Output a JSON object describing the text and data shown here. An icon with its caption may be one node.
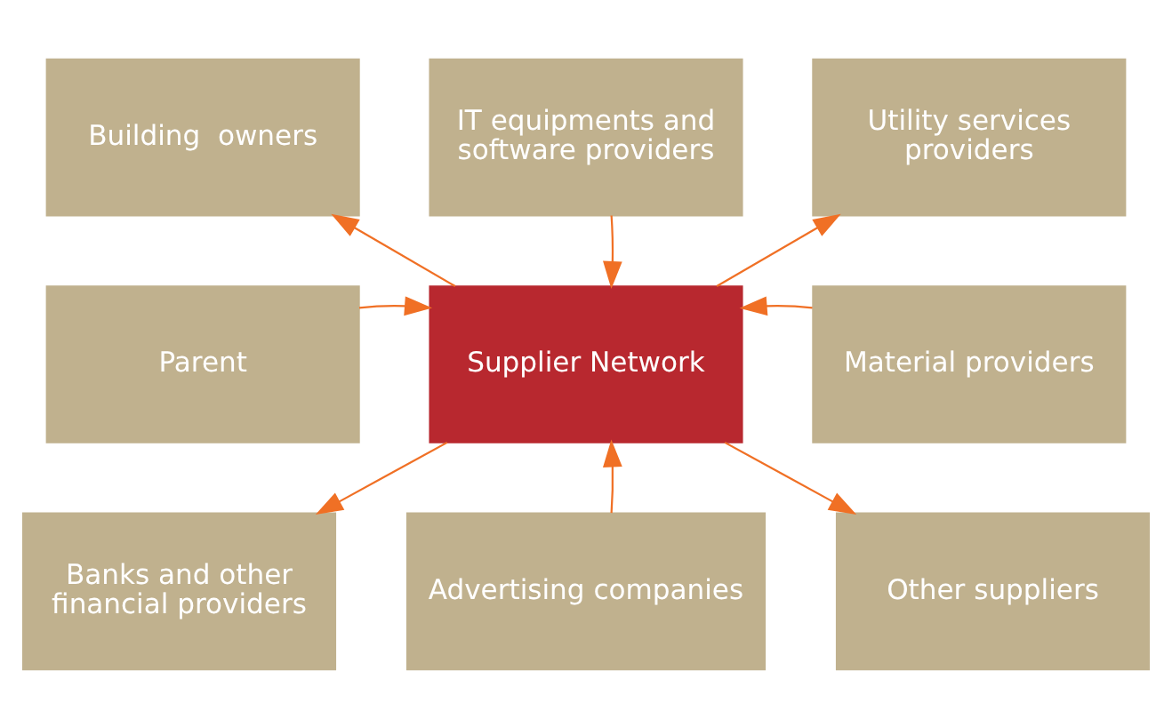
{
  "diagram": {
    "nodes": [
      {
        "text": [
          "Building  owners"
        ]
      },
      {
        "text": [
          "IT equipments and software providers"
        ]
      },
      {
        "text": [
          "Utility services providers"
        ]
      },
      {
        "text": [
          "Parent"
        ]
      },
      {
        "text": [
          "Supplier Network"
        ]
      },
      {
        "text": [
          "Material providers"
        ]
      },
      {
        "text": [
          "Banks and other financial providers"
        ]
      },
      {
        "text": [
          "Advertising companies"
        ]
      },
      {
        "text": [
          "Other suppliers"
        ]
      }
    ],
    "edges": [
      {
        "from": 4,
        "to": 0,
        "arrow": "to"
      },
      {
        "from": 1,
        "to": 4,
        "arrow": "to"
      },
      {
        "from": 4,
        "to": 2,
        "arrow": "to"
      },
      {
        "from": 3,
        "to": 4,
        "arrow": "to"
      },
      {
        "from": 5,
        "to": 4,
        "arrow": "to"
      },
      {
        "from": 4,
        "to": 6,
        "arrow": "to"
      },
      {
        "from": 7,
        "to": 4,
        "arrow": "to"
      },
      {
        "from": 4,
        "to": 8,
        "arrow": "to"
      }
    ]
  }
}
